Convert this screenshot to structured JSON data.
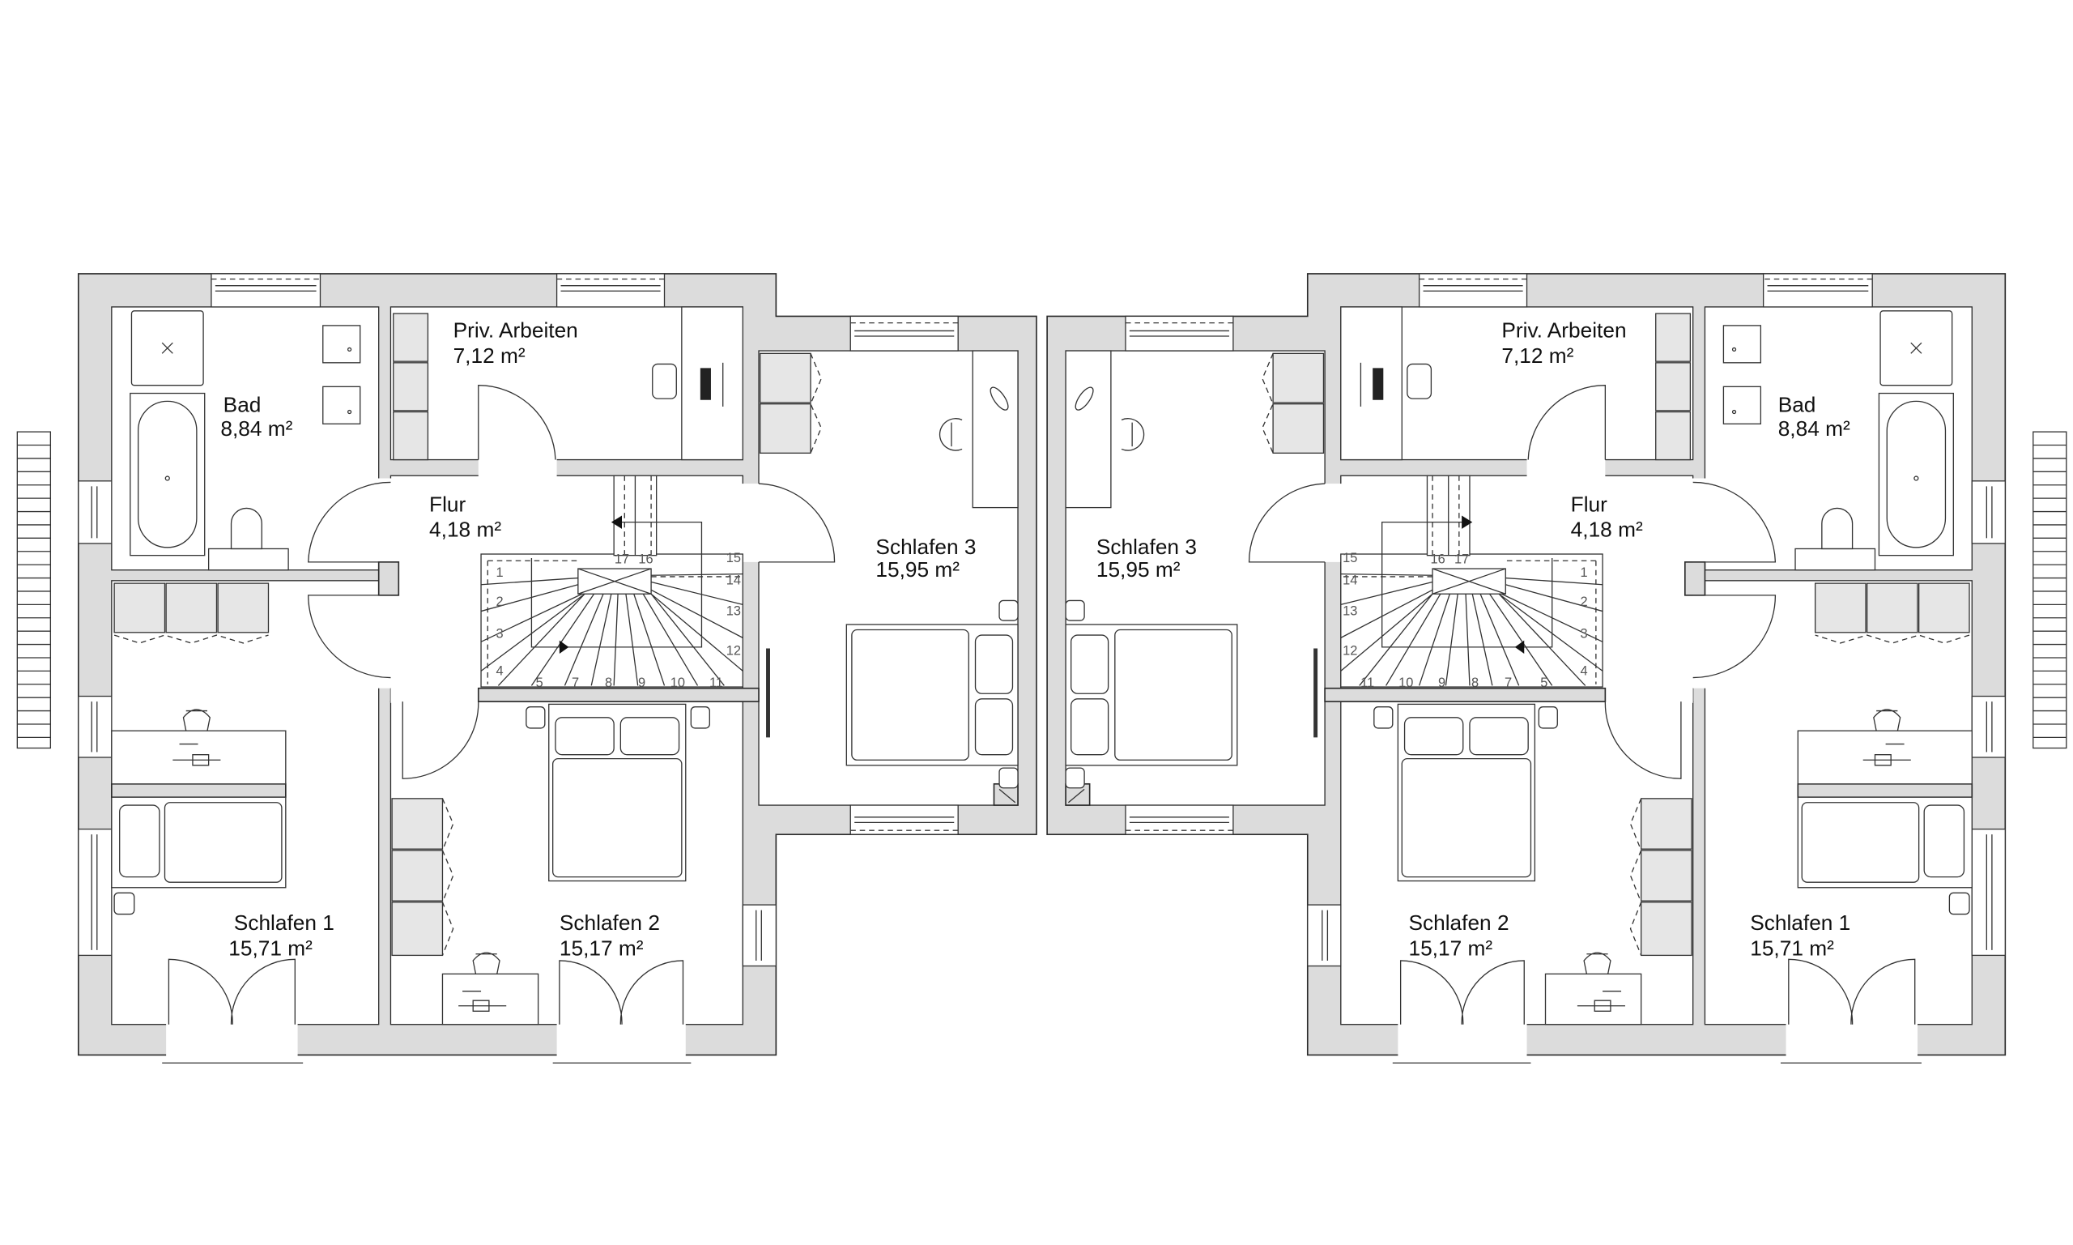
{
  "colors": {
    "wall_fill": "#dcdcdc",
    "line": "#2a2a2a",
    "background": "#ffffff"
  },
  "units": [
    {
      "priv_arbeiten": {
        "name": "Priv. Arbeiten",
        "area": "7,12 m²"
      },
      "bad": {
        "name": "Bad",
        "area": "8,84 m²"
      },
      "flur": {
        "name": "Flur",
        "area": "4,18 m²"
      },
      "schlafen_3": {
        "name": "Schlafen 3",
        "area": "15,95 m²"
      },
      "schlafen_1": {
        "name": "Schlafen 1",
        "area": "15,71 m²"
      },
      "schlafen_2": {
        "name": "Schlafen 2",
        "area": "15,17 m²"
      }
    },
    {
      "priv_arbeiten": {
        "name": "Priv. Arbeiten",
        "area": "7,12 m²"
      },
      "bad": {
        "name": "Bad",
        "area": "8,84 m²"
      },
      "flur": {
        "name": "Flur",
        "area": "4,18 m²"
      },
      "schlafen_3": {
        "name": "Schlafen 3",
        "area": "15,95 m²"
      },
      "schlafen_1": {
        "name": "Schlafen 1",
        "area": "15,71 m²"
      },
      "schlafen_2": {
        "name": "Schlafen 2",
        "area": "15,17 m²"
      }
    }
  ],
  "stair_numbers": [
    "1",
    "2",
    "3",
    "4",
    "5",
    "7",
    "8",
    "9",
    "10",
    "11",
    "12",
    "13",
    "14",
    "15",
    "16",
    "17"
  ]
}
